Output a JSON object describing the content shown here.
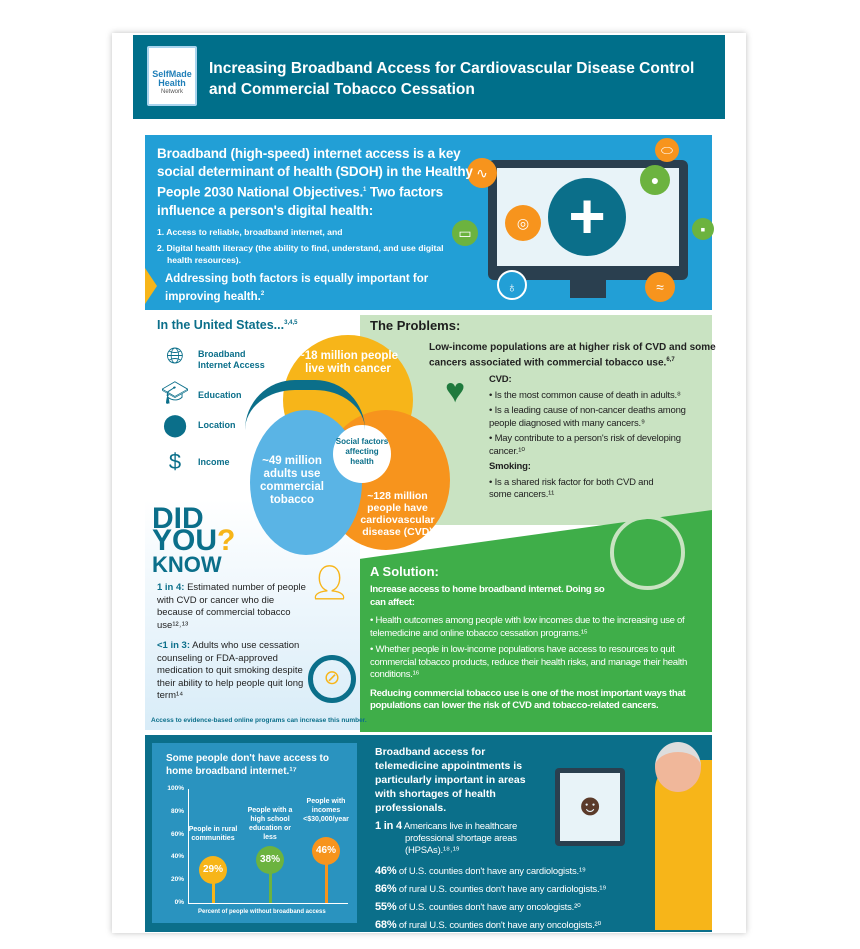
{
  "header": {
    "logo_text": "SelfMade Health",
    "logo_sub": "Network",
    "title": "Increasing Broadband Access for Cardiovascular Disease Control and Commercial Tobacco Cessation"
  },
  "intro": {
    "headline": "Broadband (high-speed) internet access is a key social determinant of health (SDOH) in the Healthy People 2030 National Objectives.",
    "headline_sup": "1",
    "subhead": "Two factors influence a person's digital health:",
    "item1": "1. Access to reliable, broadband internet, and",
    "item2": "2. Digital health literacy (the ability to find, understand, and use digital health resources).",
    "footer": "Addressing both factors is equally important for improving health.",
    "footer_sup": "2"
  },
  "us": {
    "heading": "In the United States...",
    "sup": "3,4,5",
    "factors": [
      "Broadband Internet Access",
      "Education",
      "Location",
      "Income"
    ],
    "venn": {
      "cancer": "~18 million people live with cancer",
      "tobacco": "~49 million adults use commercial tobacco",
      "cvd": "~128 million people have cardiovascular disease (CVD)",
      "center": "Social factors affecting health"
    }
  },
  "problems": {
    "heading": "The Problems:",
    "lead": "Low-income populations are at higher risk of CVD and some cancers associated with commercial tobacco use.",
    "lead_sup": "6,7",
    "cvd_label": "CVD:",
    "cvd_items": [
      "Is the most common cause of death in adults.⁸",
      "Is a leading cause of non-cancer deaths among people diagnosed with many cancers.⁹",
      "May contribute to a person's risk of developing cancer.¹⁰"
    ],
    "smoking_label": "Smoking:",
    "smoking_items": [
      "Is a shared risk factor for both CVD and some cancers.¹¹"
    ]
  },
  "did_you_know": {
    "title1": "DID",
    "title2": "YOU",
    "title3": "KNOW",
    "stat1_key": "1 in 4:",
    "stat1": " Estimated number of people with CVD or cancer who die because of commercial tobacco use¹²˒¹³",
    "stat2_key": "<1 in 3:",
    "stat2": " Adults who use cessation counseling or FDA-approved medication to quit smoking despite their ability to help people quit long term¹⁴",
    "note": "Access to evidence-based online programs can increase this number."
  },
  "solution": {
    "heading": "A Solution:",
    "lead": "Increase access to home broadband internet. Doing so can affect:",
    "items": [
      "Health outcomes among people with low incomes due to the increasing use of telemedicine and online tobacco cessation programs.¹⁵",
      "Whether people in low-income populations have access to resources to quit commercial tobacco products, reduce their health risks, and manage their health conditions.¹⁶"
    ],
    "footer": "Reducing commercial tobacco use is one of the most important ways that populations can lower the risk of CVD and tobacco-related cancers."
  },
  "chart_data": {
    "type": "bar",
    "title": "Some people don't have access to home broadband internet.¹⁷",
    "categories": [
      "People in rural communities",
      "People with a high school education or less",
      "People with incomes <$30,000/year"
    ],
    "values": [
      29,
      38,
      46
    ],
    "value_labels": [
      "29%",
      "38%",
      "46%"
    ],
    "colors": [
      "#f7b519",
      "#6cb33f",
      "#f7941d"
    ],
    "yticks": [
      "0%",
      "20%",
      "40%",
      "60%",
      "80%",
      "100%"
    ],
    "ylim": [
      0,
      100
    ],
    "xlabel": "Percent of people without broadband access"
  },
  "telemedicine": {
    "lead": "Broadband access for telemedicine appointments is particularly important in areas with shortages of health professionals.",
    "stats": [
      {
        "key": "1 in 4",
        "text": " Americans live in healthcare professional shortage areas (HPSAs).¹⁸˒¹⁹"
      },
      {
        "key": "46%",
        "text": " of U.S. counties don't have any cardiologists.¹⁹"
      },
      {
        "key": "86%",
        "text": " of rural U.S. counties don't have any cardiologists.¹⁹"
      },
      {
        "key": "55%",
        "text": " of U.S. counties don't have any oncologists.²⁰"
      },
      {
        "key": "68%",
        "text": " of rural U.S. counties don't have any oncologists.²⁰"
      }
    ]
  }
}
